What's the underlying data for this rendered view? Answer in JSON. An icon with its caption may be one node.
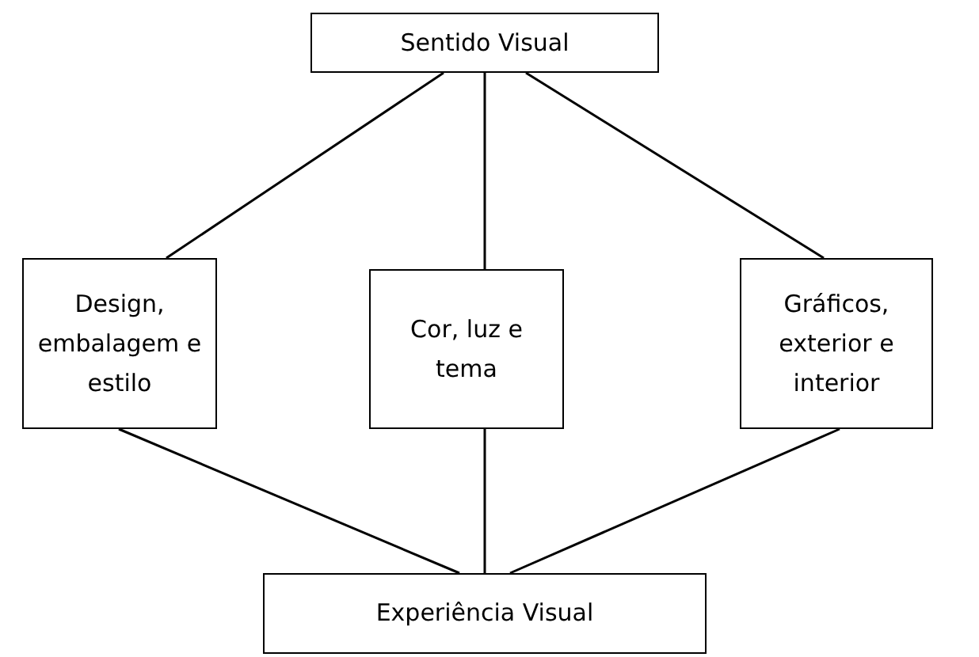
{
  "diagram": {
    "nodes": [
      {
        "text": [
          "Sentido Visual"
        ]
      },
      {
        "text": [
          "Design, embalagem e estilo"
        ]
      },
      {
        "text": [
          "Cor, luz e tema"
        ]
      },
      {
        "text": [
          "Gráficos, exterior e interior"
        ]
      },
      {
        "text": [
          "Experiência Visual"
        ]
      }
    ],
    "edges": [
      {
        "from": 0,
        "to": 1,
        "arrow": "none"
      },
      {
        "from": 0,
        "to": 2,
        "arrow": "none"
      },
      {
        "from": 0,
        "to": 3,
        "arrow": "none"
      },
      {
        "from": 1,
        "to": 4,
        "arrow": "none"
      },
      {
        "from": 2,
        "to": 4,
        "arrow": "none"
      },
      {
        "from": 3,
        "to": 4,
        "arrow": "none"
      }
    ]
  }
}
